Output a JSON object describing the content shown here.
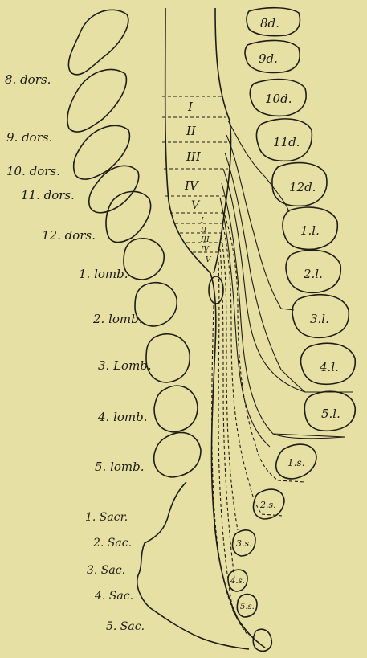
{
  "left_labels": [
    {
      "text": "8. dors."
    },
    {
      "text": "9. dors."
    },
    {
      "text": "10. dors."
    },
    {
      "text": "11. dors."
    },
    {
      "text": "12. dors."
    },
    {
      "text": "1. lomb."
    },
    {
      "text": "2. lomb."
    },
    {
      "text": "3. Lomb."
    },
    {
      "text": "4. lomb."
    },
    {
      "text": "5. lomb."
    },
    {
      "text": "1. Sacr."
    },
    {
      "text": "2. Sac."
    },
    {
      "text": "3. Sac."
    },
    {
      "text": "4. Sac."
    },
    {
      "text": "5. Sac."
    }
  ],
  "right_labels": [
    {
      "text": "8d."
    },
    {
      "text": "9d."
    },
    {
      "text": "10d."
    },
    {
      "text": "11d."
    },
    {
      "text": "12d."
    },
    {
      "text": "1.l."
    },
    {
      "text": "2.l."
    },
    {
      "text": "3.l."
    },
    {
      "text": "4.l."
    },
    {
      "text": "5.l."
    },
    {
      "text": "1.s."
    },
    {
      "text": "2.s."
    },
    {
      "text": "3.s."
    },
    {
      "text": "4.s."
    },
    {
      "text": "5.s."
    }
  ],
  "cord_segments": [
    "I",
    "II",
    "III",
    "IV",
    "V",
    "I",
    "II",
    "III",
    "IV",
    "V"
  ],
  "colors": {
    "background": "#e7e0a4",
    "ink": "#1f1c14"
  }
}
